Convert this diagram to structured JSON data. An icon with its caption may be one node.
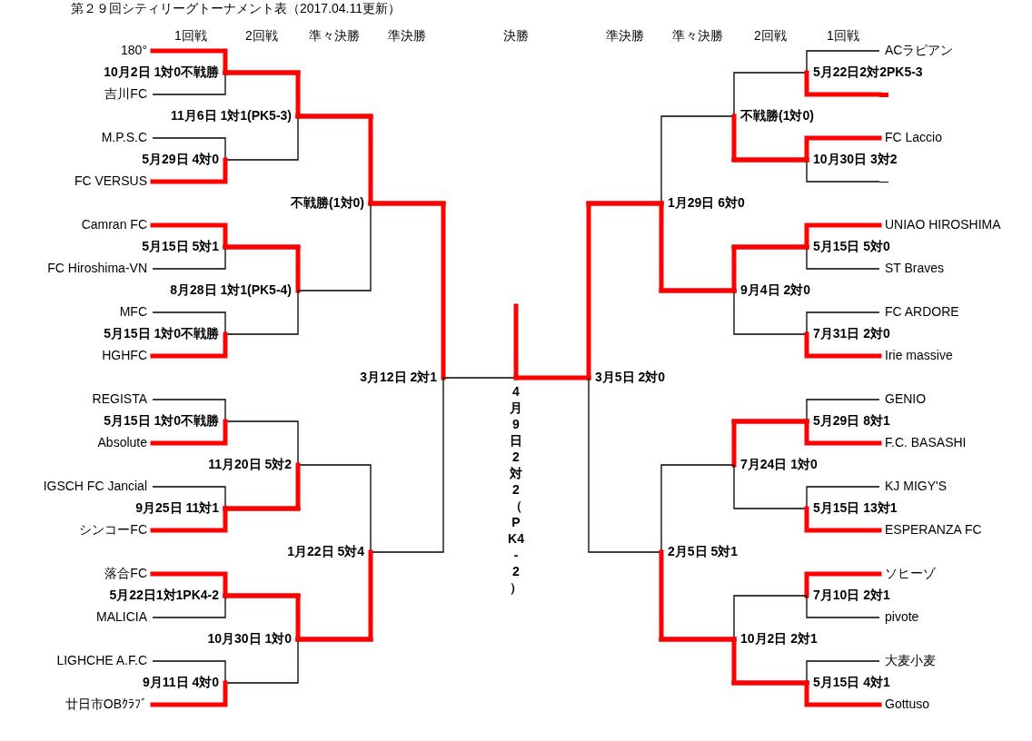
{
  "diagram": {
    "title": "第２９回シティリーグトーナメント表（2017.04.11更新）",
    "nodes": [
      {
        "text": [
          "180°"
        ]
      },
      {
        "text": [
          "10月2日 1対0不戦勝"
        ]
      },
      {
        "text": [
          "吉川FC"
        ]
      },
      {
        "text": [
          "11月6日 1対1(PK5-3)"
        ]
      },
      {
        "text": [
          "M.P.S.C"
        ]
      },
      {
        "text": [
          "5月29日 4対0"
        ]
      },
      {
        "text": [
          "FC VERSUS"
        ]
      },
      {
        "text": [
          "不戦勝(1対0)"
        ]
      },
      {
        "text": [
          "Camran FC"
        ]
      },
      {
        "text": [
          "5月15日 5対1"
        ]
      },
      {
        "text": [
          "FC Hiroshima-VN"
        ]
      },
      {
        "text": [
          "8月28日 1対1(PK5-4)"
        ]
      },
      {
        "text": [
          "MFC"
        ]
      },
      {
        "text": [
          "5月15日 1対0不戦勝"
        ]
      },
      {
        "text": [
          "HGHFC"
        ]
      },
      {
        "text": [
          "3月12日 2対1"
        ]
      },
      {
        "text": [
          "REGISTA"
        ]
      },
      {
        "text": [
          "5月15日 1対0不戦勝"
        ]
      },
      {
        "text": [
          "Absolute"
        ]
      },
      {
        "text": [
          "11月20日 5対2"
        ]
      },
      {
        "text": [
          "IGSCH FC Jancial"
        ]
      },
      {
        "text": [
          "9月25日 11対1"
        ]
      },
      {
        "text": [
          "シンコーFC"
        ]
      },
      {
        "text": [
          "1月22日 5対4"
        ]
      },
      {
        "text": [
          "落合FC"
        ]
      },
      {
        "text": [
          "5月22日1対1PK4-2"
        ]
      },
      {
        "text": [
          "MALICIA"
        ]
      },
      {
        "text": [
          "10月30日 1対0"
        ]
      },
      {
        "text": [
          "LIGHCHE A.F.C"
        ]
      },
      {
        "text": [
          "9月11日 4対0"
        ]
      },
      {
        "text": [
          "廿日市OBｸﾗﾌﾞ"
        ]
      },
      {
        "text": [
          "4月9日 2対2（PK4-2）"
        ]
      },
      {
        "text": [
          "ACラピアン"
        ]
      },
      {
        "text": [
          "5月22日2対2PK5-3"
        ]
      },
      {
        "text": [],
        "shape": "bar"
      },
      {
        "text": [
          "不戦勝(1対0)"
        ]
      },
      {
        "text": [
          "FC Laccio"
        ]
      },
      {
        "text": [
          "10月30日 3対2"
        ]
      },
      {
        "text": [],
        "shape": "bar"
      },
      {
        "text": [
          "1月29日 6対0"
        ]
      },
      {
        "text": [
          "UNIAO HIROSHIMA"
        ]
      },
      {
        "text": [
          "5月15日 5対0"
        ]
      },
      {
        "text": [
          "ST Braves"
        ]
      },
      {
        "text": [
          "9月4日 2対0"
        ]
      },
      {
        "text": [
          "FC ARDORE"
        ]
      },
      {
        "text": [
          "7月31日 2対0"
        ]
      },
      {
        "text": [
          "Irie massive"
        ]
      },
      {
        "text": [
          "3月5日 2対0"
        ]
      },
      {
        "text": [
          "GENIO"
        ]
      },
      {
        "text": [
          "5月29日 8対1"
        ]
      },
      {
        "text": [
          "F.C. BASASHI"
        ]
      },
      {
        "text": [
          "7月24日 1対0"
        ]
      },
      {
        "text": [
          "KJ MIGY'S"
        ]
      },
      {
        "text": [
          "5月15日 13対1"
        ]
      },
      {
        "text": [
          "ESPERANZA FC"
        ]
      },
      {
        "text": [
          "2月5日 5対1"
        ]
      },
      {
        "text": [
          "ソヒーゾ"
        ]
      },
      {
        "text": [
          "7月10日 2対1"
        ]
      },
      {
        "text": [
          "pivote"
        ]
      },
      {
        "text": [
          "10月2日 2対1"
        ]
      },
      {
        "text": [
          "大麦小麦"
        ]
      },
      {
        "text": [
          "5月15日 4対1"
        ]
      },
      {
        "text": [
          "Gottuso"
        ]
      }
    ],
    "edges": [
      {
        "from": 0,
        "to": 1,
        "arrow": "none"
      },
      {
        "from": 1,
        "to": 3,
        "arrow": "none"
      },
      {
        "from": 2,
        "to": 1,
        "arrow": "none",
        "color": "#000000"
      },
      {
        "from": 3,
        "to": 7,
        "arrow": "none"
      },
      {
        "from": 4,
        "to": 5,
        "arrow": "none",
        "color": "#000000"
      },
      {
        "from": 5,
        "to": 3,
        "arrow": "none",
        "color": "#000000"
      },
      {
        "from": 6,
        "to": 5,
        "arrow": "none"
      },
      {
        "from": 7,
        "to": 15,
        "arrow": "none"
      },
      {
        "from": 8,
        "to": 9,
        "arrow": "none"
      },
      {
        "from": 9,
        "to": 11,
        "arrow": "none"
      },
      {
        "from": 10,
        "to": 9,
        "arrow": "none",
        "color": "#000000"
      },
      {
        "from": 11,
        "to": 7,
        "arrow": "none",
        "color": "#000000"
      },
      {
        "from": 12,
        "to": 13,
        "arrow": "none",
        "color": "#000000"
      },
      {
        "from": 13,
        "to": 11,
        "arrow": "none",
        "color": "#000000"
      },
      {
        "from": 14,
        "to": 13,
        "arrow": "none"
      },
      {
        "from": 15,
        "to": 31,
        "arrow": "none",
        "color": "#000000"
      },
      {
        "from": 16,
        "to": 17,
        "arrow": "none",
        "color": "#000000"
      },
      {
        "from": 17,
        "to": 19,
        "arrow": "none",
        "color": "#000000"
      },
      {
        "from": 18,
        "to": 17,
        "arrow": "none"
      },
      {
        "from": 19,
        "to": 23,
        "arrow": "none",
        "color": "#000000"
      },
      {
        "from": 20,
        "to": 21,
        "arrow": "none",
        "color": "#000000"
      },
      {
        "from": 21,
        "to": 19,
        "arrow": "none"
      },
      {
        "from": 22,
        "to": 21,
        "arrow": "none"
      },
      {
        "from": 23,
        "to": 15,
        "arrow": "none",
        "color": "#000000"
      },
      {
        "from": 24,
        "to": 25,
        "arrow": "none"
      },
      {
        "from": 25,
        "to": 27,
        "arrow": "none"
      },
      {
        "from": 26,
        "to": 25,
        "arrow": "none",
        "color": "#000000"
      },
      {
        "from": 27,
        "to": 23,
        "arrow": "none"
      },
      {
        "from": 28,
        "to": 29,
        "arrow": "none",
        "color": "#000000"
      },
      {
        "from": 29,
        "to": 27,
        "arrow": "none",
        "color": "#000000"
      },
      {
        "from": 30,
        "to": 29,
        "arrow": "none"
      },
      {
        "from": 32,
        "to": 33,
        "arrow": "none",
        "color": "#000000"
      },
      {
        "from": 33,
        "to": 35,
        "arrow": "none",
        "color": "#000000"
      },
      {
        "from": 34,
        "to": 33,
        "arrow": "none"
      },
      {
        "from": 35,
        "to": 39,
        "arrow": "none",
        "color": "#000000"
      },
      {
        "from": 36,
        "to": 37,
        "arrow": "none"
      },
      {
        "from": 37,
        "to": 35,
        "arrow": "none"
      },
      {
        "from": 38,
        "to": 37,
        "arrow": "none",
        "color": "#000000"
      },
      {
        "from": 39,
        "to": 47,
        "arrow": "none"
      },
      {
        "from": 40,
        "to": 41,
        "arrow": "none"
      },
      {
        "from": 41,
        "to": 43,
        "arrow": "none"
      },
      {
        "from": 42,
        "to": 41,
        "arrow": "none",
        "color": "#000000"
      },
      {
        "from": 43,
        "to": 39,
        "arrow": "none"
      },
      {
        "from": 44,
        "to": 45,
        "arrow": "none",
        "color": "#000000"
      },
      {
        "from": 45,
        "to": 43,
        "arrow": "none",
        "color": "#000000"
      },
      {
        "from": 46,
        "to": 45,
        "arrow": "none"
      },
      {
        "from": 47,
        "to": 31,
        "arrow": "none"
      },
      {
        "from": 48,
        "to": 49,
        "arrow": "none",
        "color": "#000000"
      },
      {
        "from": 49,
        "to": 51,
        "arrow": "none"
      },
      {
        "from": 50,
        "to": 49,
        "arrow": "none"
      },
      {
        "from": 51,
        "to": 55,
        "arrow": "none",
        "color": "#000000"
      },
      {
        "from": 52,
        "to": 53,
        "arrow": "none",
        "color": "#000000"
      },
      {
        "from": 53,
        "to": 51,
        "arrow": "none",
        "color": "#000000"
      },
      {
        "from": 54,
        "to": 53,
        "arrow": "none"
      },
      {
        "from": 55,
        "to": 47,
        "arrow": "none",
        "color": "#000000"
      },
      {
        "from": 56,
        "to": 57,
        "arrow": "none"
      },
      {
        "from": 57,
        "to": 59,
        "arrow": "none",
        "color": "#000000"
      },
      {
        "from": 58,
        "to": 57,
        "arrow": "none",
        "color": "#000000"
      },
      {
        "from": 59,
        "to": 55,
        "arrow": "none"
      },
      {
        "from": 60,
        "to": 61,
        "arrow": "none",
        "color": "#000000"
      },
      {
        "from": 61,
        "to": 59,
        "arrow": "none"
      },
      {
        "from": 62,
        "to": 61,
        "arrow": "none"
      },
      {
        "from": 31,
        "to": null,
        "arrow": "none"
      }
    ],
    "labels": [
      "1回戦",
      "2回戦",
      "準々決勝",
      "準決勝",
      "決勝",
      "準決勝",
      "準々決勝",
      "2回戦",
      "1回戦"
    ]
  }
}
